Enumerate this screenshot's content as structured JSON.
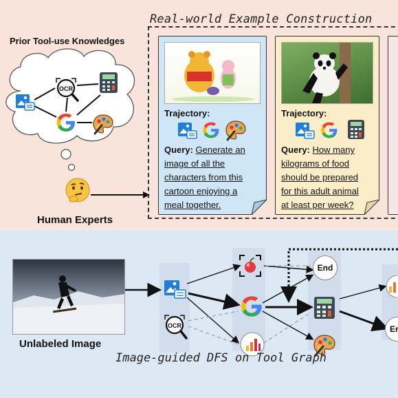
{
  "top_panel": {
    "prior_knowledge_label": "Prior Tool-use Knowledges",
    "human_label": "Human Experts",
    "example_title": "Real-world Example Construction",
    "cards": [
      {
        "trajectory_label": "Trajectory:",
        "query_label": "Query:",
        "query_text": "Generate an image of all the characters from this cartoon enjoying a meal together.",
        "query_lines": [
          "Generate an",
          "image of all the",
          "characters from this",
          "cartoon enjoying a",
          "meal together."
        ],
        "tools": [
          "image-caption-icon",
          "google-icon",
          "paint-palette-icon"
        ]
      },
      {
        "trajectory_label": "Trajectory:",
        "query_label": "Query:",
        "query_text": "How many kilograms of food should be prepared for this adult animal at least per week?",
        "query_lines": [
          "How many",
          "kilograms of food",
          "should be prepared",
          "for this adult animal",
          "at least per week?"
        ],
        "tools": [
          "image-caption-icon",
          "google-icon",
          "calculator-icon"
        ]
      }
    ],
    "cloud_nodes": [
      "image-caption-icon",
      "ocr-icon",
      "calculator-icon",
      "google-icon",
      "paint-palette-icon"
    ]
  },
  "bottom_panel": {
    "image_caption": "Unlabeled Image",
    "title": "Image-guided DFS on Tool Graph",
    "graph_nodes": {
      "end_1": "End",
      "end_2": "Er",
      "ocr": "OCR"
    }
  }
}
